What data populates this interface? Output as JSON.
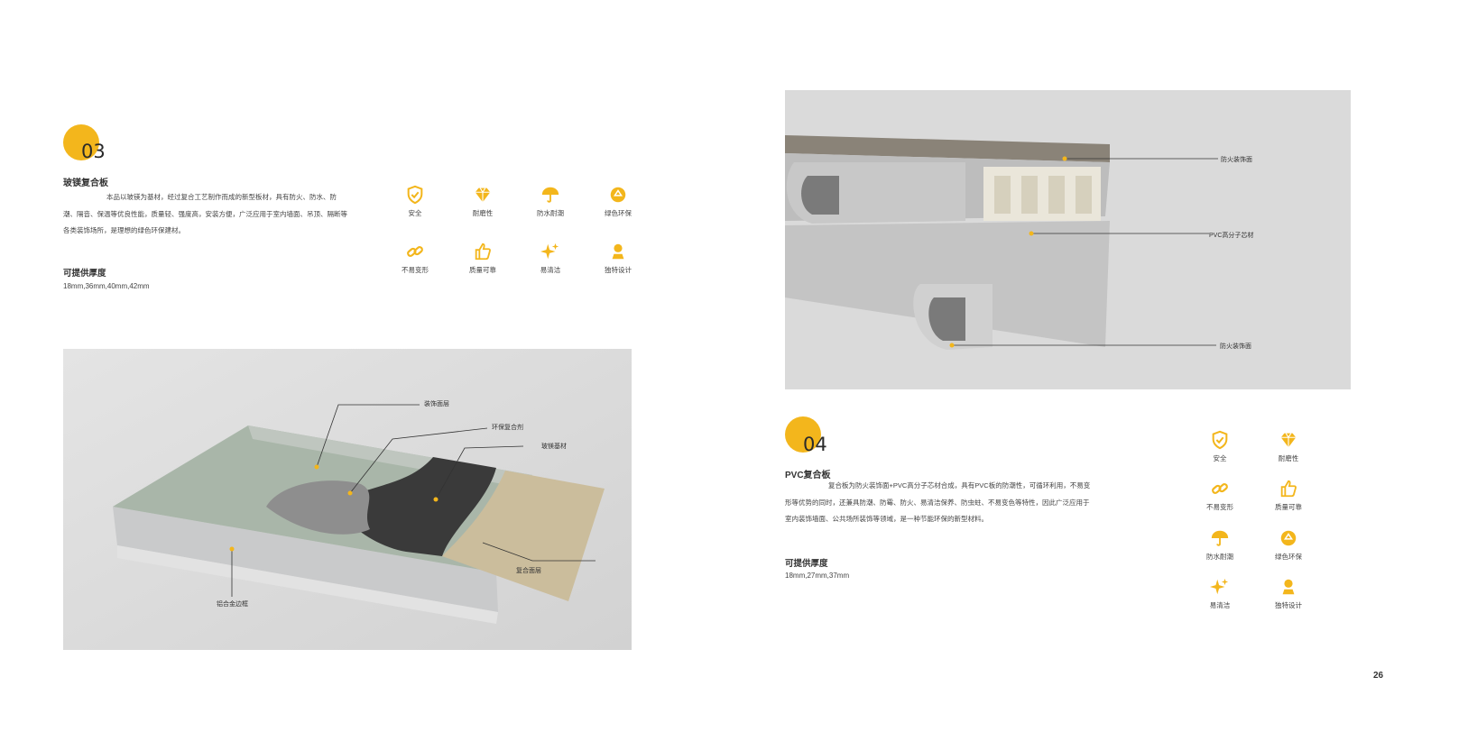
{
  "section03": {
    "number": "03",
    "title": "玻镁复合板",
    "description": "本品以玻镁为基材，经过复合工艺制作而成的新型板材，具有防火、防水、防潮、隔音、保温等优良性能，质量轻、强度高，安装方便，广泛应用于室内墙面、吊顶、隔断等各类装饰场所，是理想的绿色环保建材。",
    "thickness_label": "可提供厚度",
    "thickness_value": "18mm,36mm,40mm,42mm",
    "icons": [
      {
        "icon": "shield-icon",
        "label": "安全"
      },
      {
        "icon": "diamond-icon",
        "label": "耐磨性"
      },
      {
        "icon": "umbrella-icon",
        "label": "防水耐潮"
      },
      {
        "icon": "recycle-icon",
        "label": "绿色环保"
      },
      {
        "icon": "chain-icon",
        "label": "不易变形"
      },
      {
        "icon": "thumbs-up-icon",
        "label": "质量可靠"
      },
      {
        "icon": "sparkle-icon",
        "label": "易清洁"
      },
      {
        "icon": "award-icon",
        "label": "独特设计"
      }
    ],
    "callouts": [
      "装饰面层",
      "环保复合剂",
      "玻镁基材",
      "复合面层",
      "铝合金边框"
    ]
  },
  "section04": {
    "number": "04",
    "title": "PVC复合板",
    "description": "复合板为防火装饰面+PVC高分子芯材合成，具有PVC板的防潮性，可循环利用，不易变形等优势的同时，还兼具防潮、防霉、防火、易清洁保养、防虫蛀、不易变色等特性，因此广泛应用于室内装饰墙面、公共场所装饰等领域，是一种节能环保的新型材料。",
    "thickness_label": "可提供厚度",
    "thickness_value": "18mm,27mm,37mm",
    "icons": [
      {
        "icon": "shield-icon",
        "label": "安全"
      },
      {
        "icon": "diamond-icon",
        "label": "耐磨性"
      },
      {
        "icon": "chain-icon",
        "label": "不易变形"
      },
      {
        "icon": "thumbs-up-icon",
        "label": "质量可靠"
      },
      {
        "icon": "umbrella-icon",
        "label": "防水耐潮"
      },
      {
        "icon": "recycle-icon",
        "label": "绿色环保"
      },
      {
        "icon": "sparkle-icon",
        "label": "易清洁"
      },
      {
        "icon": "award-icon",
        "label": "独特设计"
      }
    ],
    "callouts": [
      "防火装饰面",
      "PVC高分子芯材",
      "防火装饰面"
    ]
  },
  "page_number": "26",
  "colors": {
    "accent": "#f3b61c",
    "photo_bg": "#dcdcdc"
  }
}
